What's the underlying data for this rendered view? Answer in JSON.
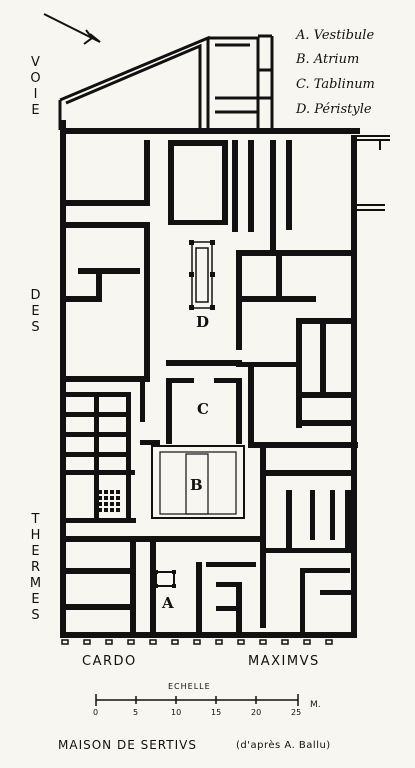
{
  "legend": [
    {
      "letter": "A.",
      "name": "Vestibule"
    },
    {
      "letter": "B.",
      "name": "Atrium"
    },
    {
      "letter": "C.",
      "name": "Tablinum"
    },
    {
      "letter": "D.",
      "name": "Péristyle"
    }
  ],
  "streets": {
    "left": [
      "VOIE",
      "DES",
      "THERMES"
    ],
    "bottom": [
      "CARDO",
      "MAXIMVS"
    ]
  },
  "rooms": {
    "A": "A",
    "B": "B",
    "C": "C",
    "D": "D"
  },
  "scale": {
    "title": "ECHELLE",
    "ticks": [
      "0",
      "5",
      "10",
      "15",
      "20",
      "25"
    ],
    "unit": "M."
  },
  "caption": {
    "title": "MAISON DE SERTIVS",
    "credit": "(d'après A. Ballu)"
  },
  "colors": {
    "ink": "#111111",
    "paper": "#f7f6f1"
  }
}
